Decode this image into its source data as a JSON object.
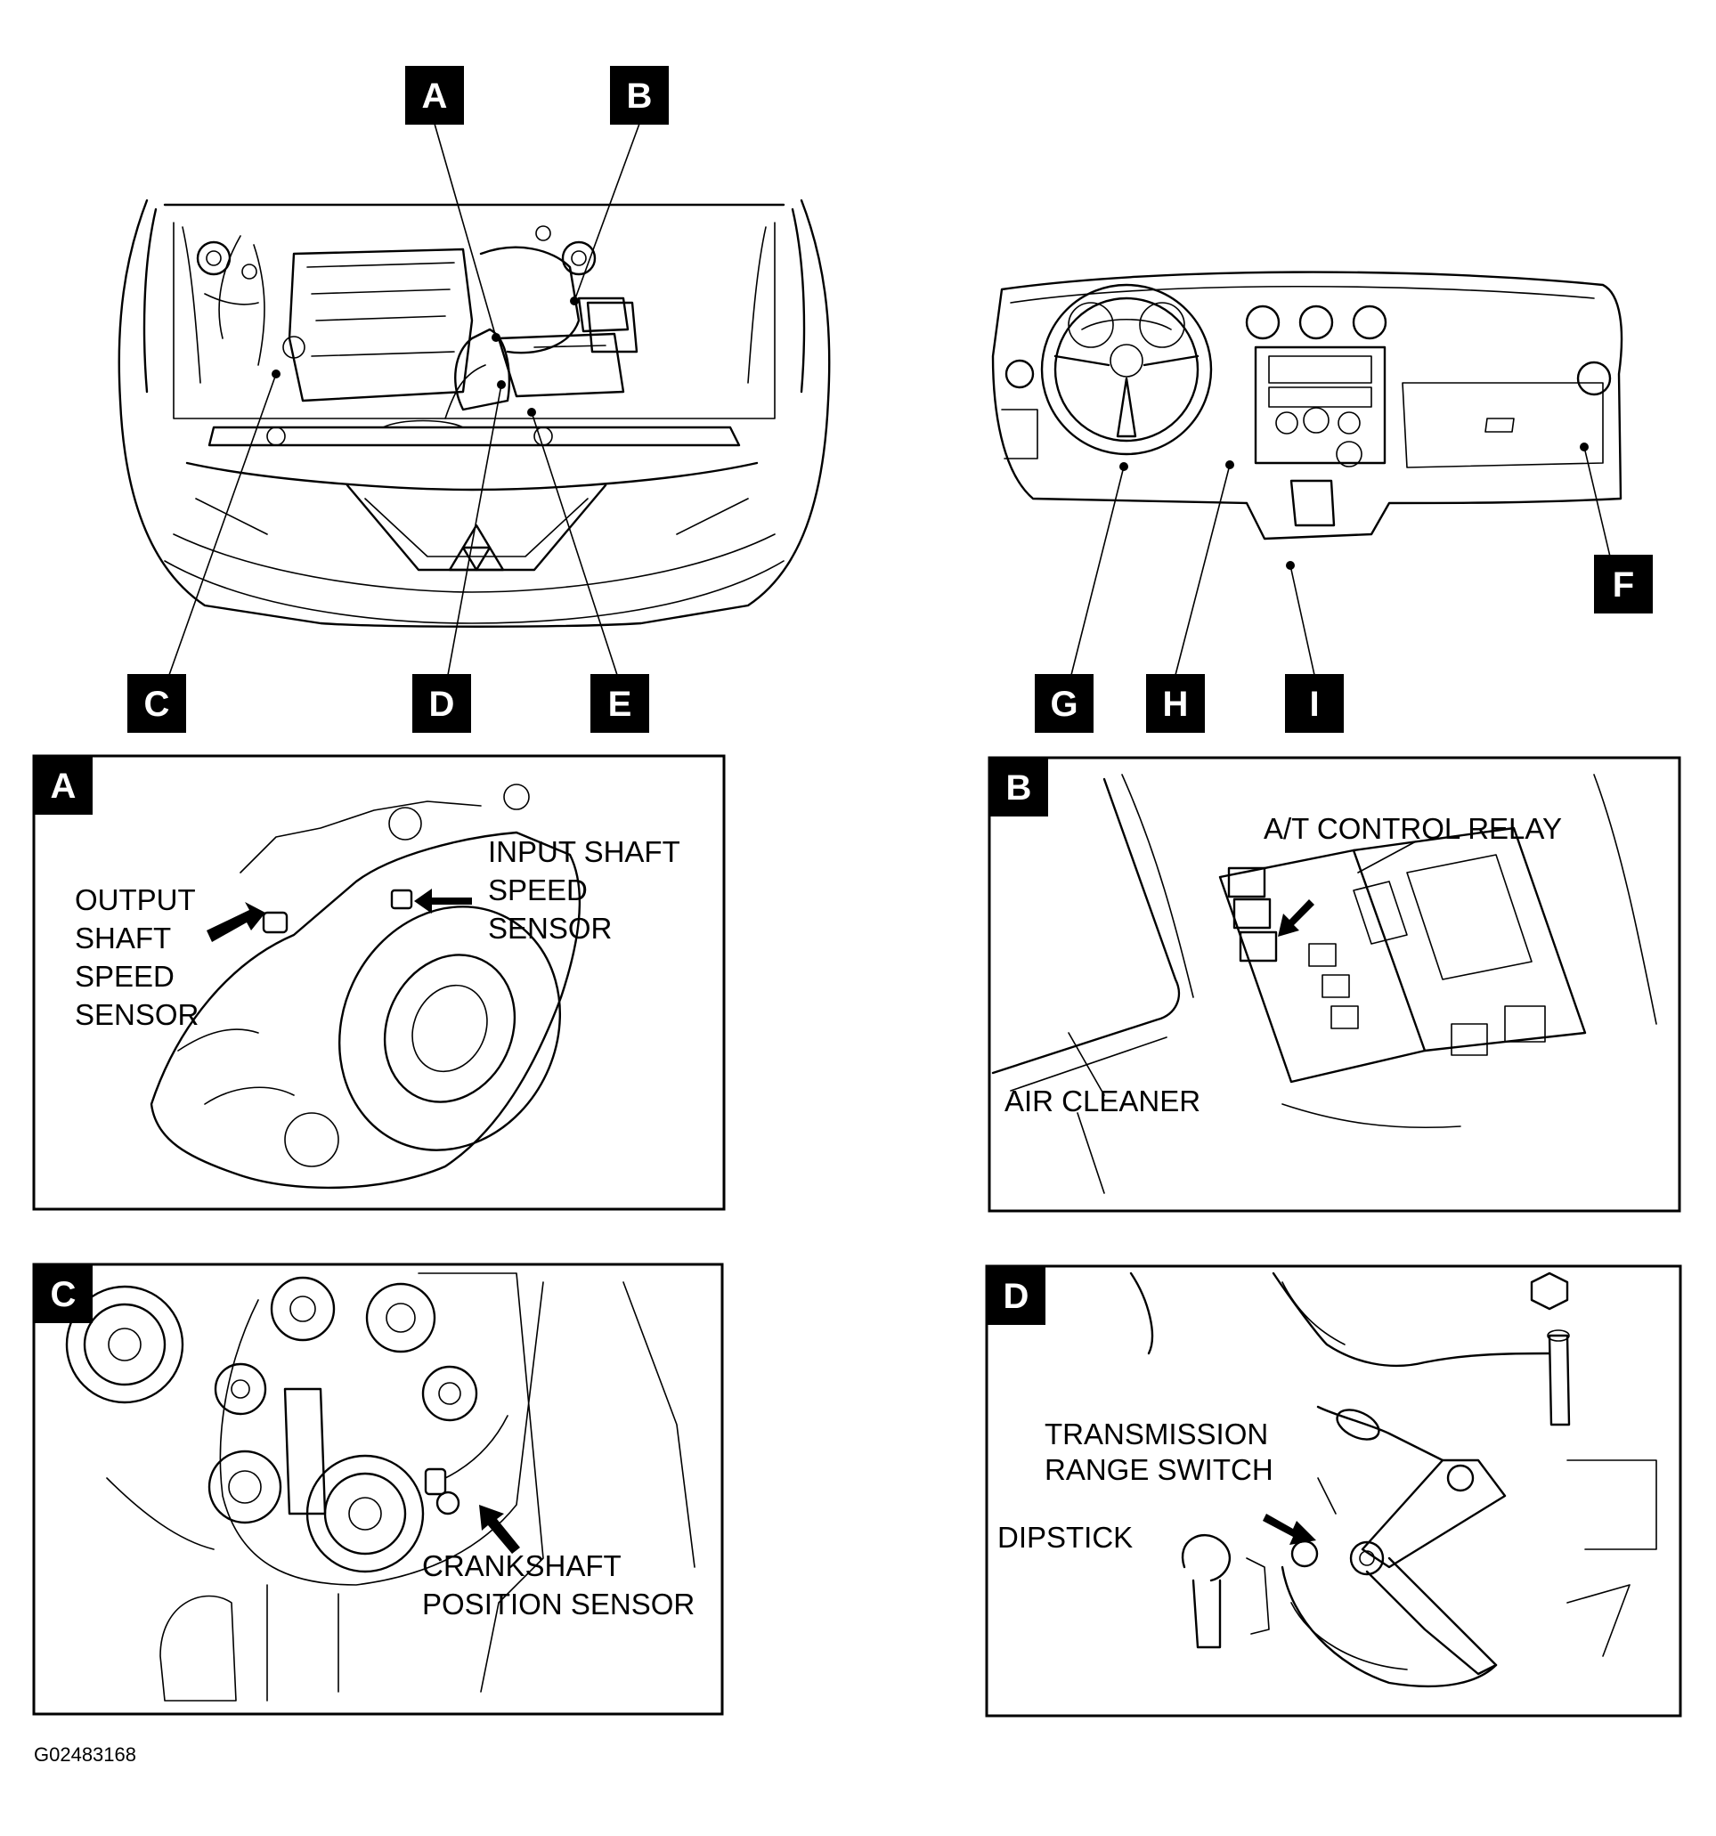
{
  "callouts": {
    "top_left": [
      "A",
      "B",
      "C",
      "D",
      "E"
    ],
    "top_right": [
      "F",
      "G",
      "H",
      "I"
    ]
  },
  "panels": {
    "a": {
      "badge": "A",
      "labels": [
        [
          "INPUT SHAFT",
          "SPEED",
          "SENSOR"
        ],
        [
          "OUTPUT",
          "SHAFT",
          "SPEED",
          "SENSOR"
        ]
      ]
    },
    "b": {
      "badge": "B",
      "labels": [
        [
          "A/T CONTROL RELAY"
        ],
        [
          "AIR CLEANER"
        ]
      ]
    },
    "c": {
      "badge": "C",
      "labels": [
        [
          "CRANKSHAFT",
          "POSITION SENSOR"
        ]
      ]
    },
    "d": {
      "badge": "D",
      "labels": [
        [
          "TRANSMISSION",
          "RANGE SWITCH"
        ],
        [
          "DIPSTICK"
        ]
      ]
    }
  },
  "figure_id": "G02483168"
}
